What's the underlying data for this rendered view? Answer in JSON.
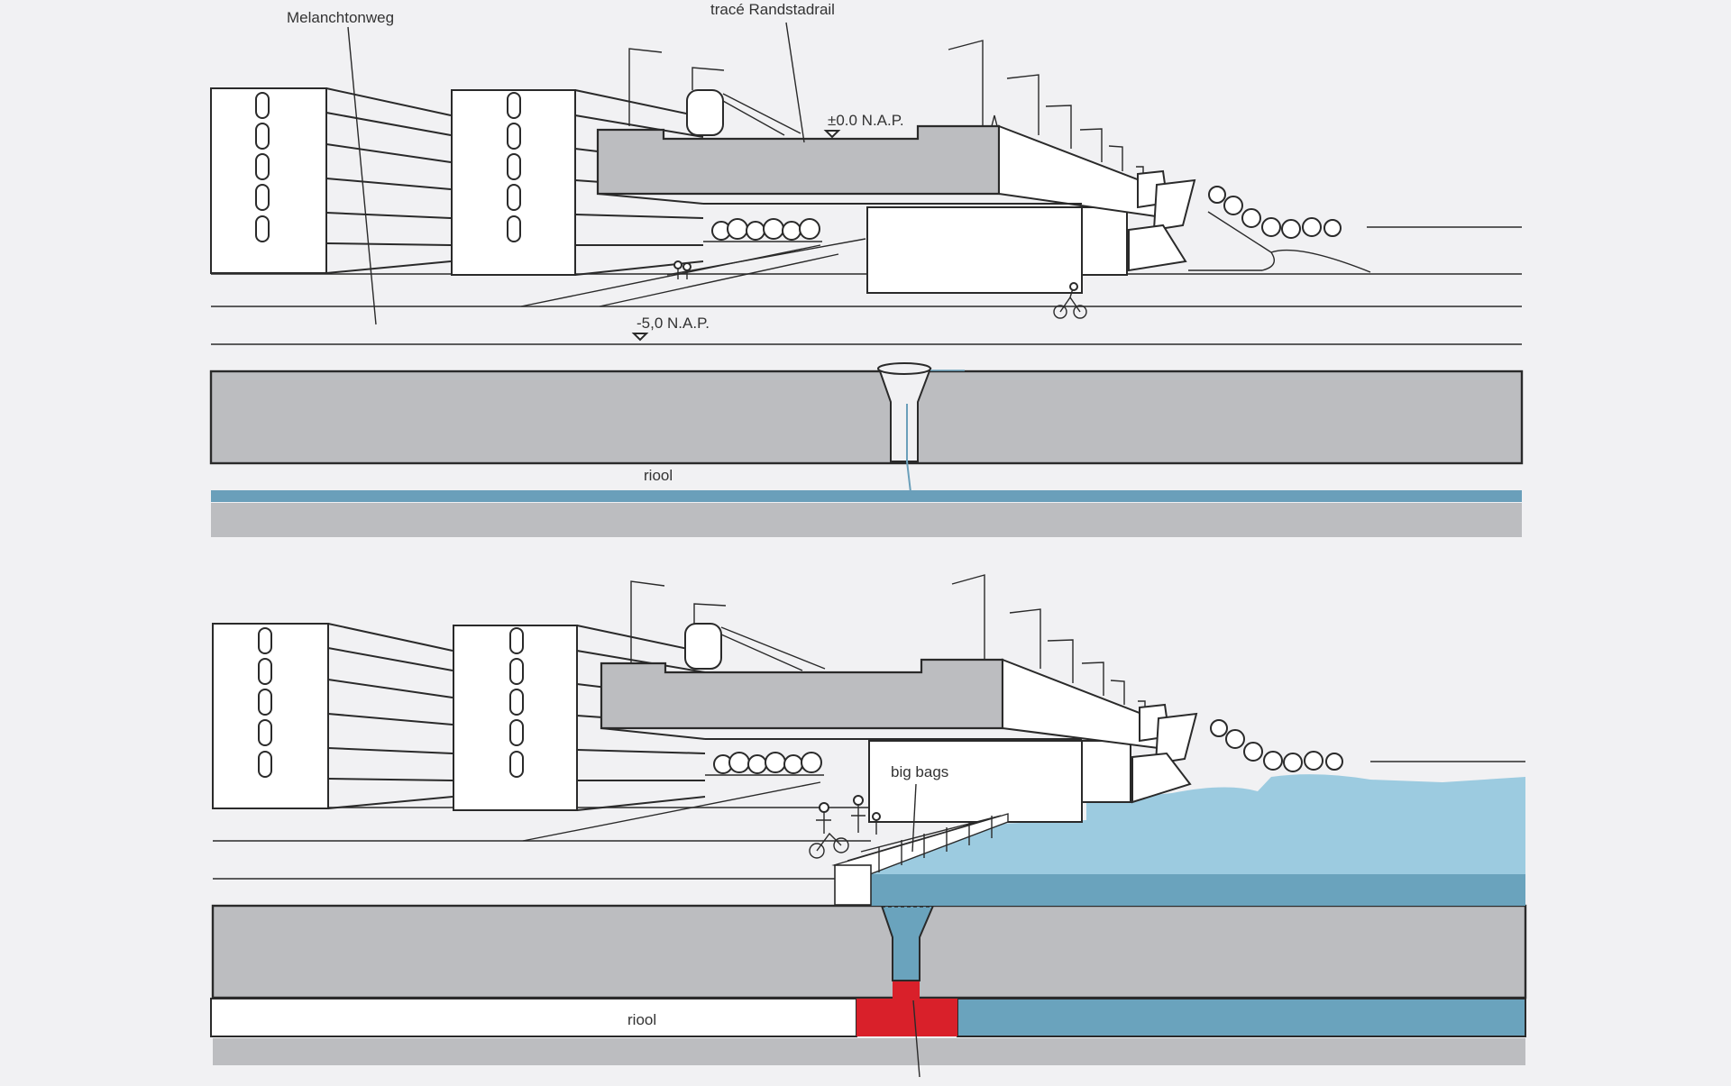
{
  "labels": {
    "melanchtonweg": "Melanchtonweg",
    "trace": "tracé Randstadrail",
    "level_zero": "±0.0 N.A.P.",
    "level_minus5": "-5,0 N.A.P.",
    "riool_top": "riool",
    "riool_bottom": "riool",
    "big_bags": "big bags"
  },
  "colors": {
    "background": "#f1f1f3",
    "soil": "#bcbdc0",
    "groundwater": "#6a9fba",
    "flood_water_surface": "#9ccbe0",
    "flood_water_layer": "#6aa3bd",
    "blockage": "#d9202a",
    "line": "#2a2a2a"
  }
}
